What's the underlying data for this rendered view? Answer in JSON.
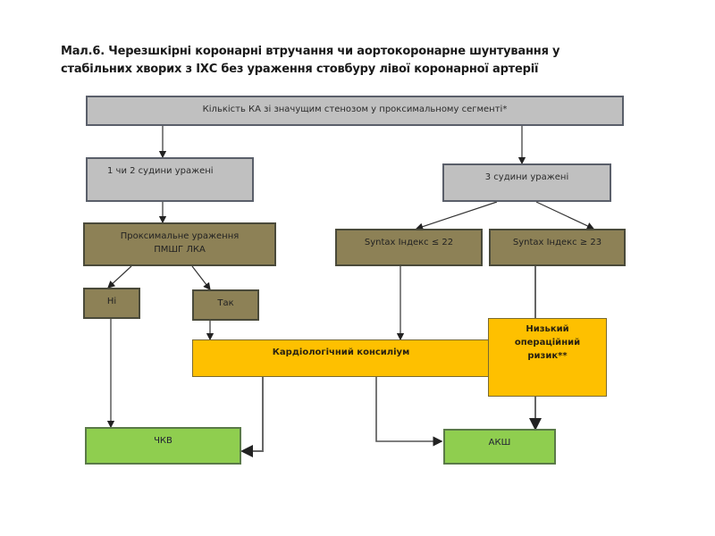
{
  "title": {
    "line1": "Мал.6. Черезшкірні коронарні втручання чи аортокоронарне шунтування у",
    "line2": "стабільних хворих з ІХС без ураження стовбуру лівої коронарної артерії"
  },
  "nodes": {
    "root": "Кількість КА зі значущим стенозом у проксимальному сегменті*",
    "one_two": "1 чи 2 судини уражені",
    "three": "3 судини уражені",
    "proximal_line1": "Проксимальне ураження",
    "proximal_line2": "ПМШГ ЛКА",
    "syntax_low": "Syntax Індекс ≤ 22",
    "syntax_high": "Syntax Індекс ≥ 23",
    "no": "Ні",
    "yes": "Так",
    "consilium": "Кардіологічний консиліум",
    "low_risk_line1": "Низький",
    "low_risk_line2": "операційний",
    "low_risk_line3": "ризик**",
    "pci": "ЧКВ",
    "cabg": "АКШ"
  },
  "colors": {
    "gray_node": "#c0c0c0",
    "olive_node": "#8d8156",
    "amber_node": "#fec000",
    "green_node": "#8fce4f"
  }
}
